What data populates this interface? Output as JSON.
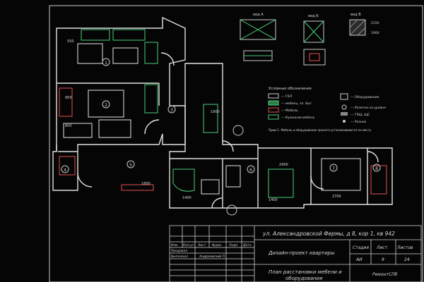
{
  "title_block": {
    "address": "ул. Александровской Фермы, д 8, кор 1, кв 942",
    "project": "Дизайн-проект квартиры",
    "sheet_title_line1": "План расстановки мебели и",
    "sheet_title_line2": "оборудования",
    "col_headers": [
      "Изм.",
      "Кол.уч",
      "Лист",
      "№док.",
      "Подп.",
      "Дата"
    ],
    "role_1": "Продавал",
    "role_2": "Выполнил",
    "author": "Андреевский П.",
    "stage_label": "Стадия",
    "sheet_label": "Лист",
    "sheets_label": "Листов",
    "stage_value": "АИ",
    "sheet_value": "9",
    "sheets_value": "24",
    "company": "РемонтСПб"
  },
  "rooms": [
    "1",
    "2",
    "3",
    "4",
    "5",
    "6",
    "7",
    "8"
  ],
  "legend": {
    "title": "Условные обозначения",
    "items": [
      "— ГКЛ",
      "— мебель, эл. быт",
      "— Мебель",
      "— Кухонная мебель"
    ],
    "items_right": [
      "— Оборудование",
      "— Розетки на уровне",
      "— ГРЩ, ЩС",
      "— Разное"
    ],
    "note": "Прим 1. Мебель и оборудование проекта устанавливаются по месту"
  },
  "details": {
    "detail_a_label": "вид А",
    "detail_b_label": "вид Б",
    "detail_c_label": "вид В",
    "dim_2150": "2150",
    "dim_1900": "1900"
  },
  "plan_dims": [
    "1800",
    "2700",
    "1400",
    "2400",
    "800",
    "950",
    "550",
    "1900",
    "1400"
  ]
}
